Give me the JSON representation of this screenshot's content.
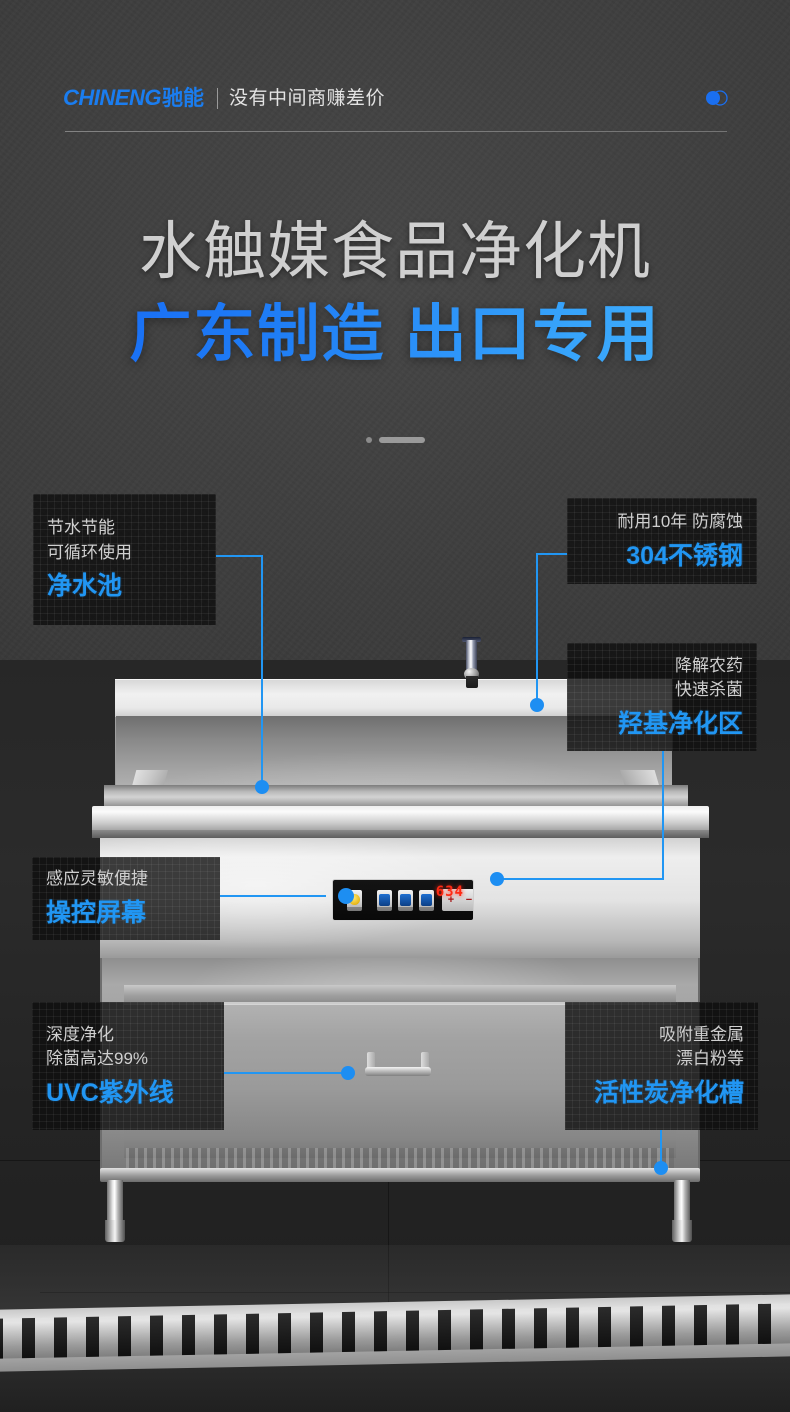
{
  "header": {
    "logo_latin": "CHINENG",
    "logo_cn": "驰能",
    "slogan": "没有中间商赚差价",
    "badge_icon": "overlapping-circles-icon"
  },
  "hero": {
    "title": "水触媒食品净化机",
    "subtitle": "广东制造 出口专用"
  },
  "product": {
    "control_panel": {
      "display_value": "634",
      "plus_label": "+",
      "minus_label": "−",
      "buttons": [
        "power-button",
        "function-button-1",
        "function-button-2",
        "function-button-3"
      ]
    }
  },
  "callouts": [
    {
      "sub_lines": [
        "节水节能",
        "可循环使用"
      ],
      "title": "净水池",
      "align": "left",
      "name": "callout-water-tank"
    },
    {
      "sub_lines": [
        "耐用10年 防腐蚀"
      ],
      "title": "304不锈钢",
      "align": "right",
      "name": "callout-stainless-steel"
    },
    {
      "sub_lines": [
        "降解农药",
        "快速杀菌"
      ],
      "title": "羟基净化区",
      "align": "right",
      "name": "callout-hydroxyl-zone"
    },
    {
      "sub_lines": [
        "感应灵敏便捷"
      ],
      "title": "操控屏幕",
      "align": "left",
      "name": "callout-control-screen"
    },
    {
      "sub_lines": [
        "深度净化",
        "除菌高达99%"
      ],
      "title": "UVC紫外线",
      "align": "left",
      "name": "callout-uvc"
    },
    {
      "sub_lines": [
        "吸附重金属",
        "漂白粉等"
      ],
      "title": "活性炭净化槽",
      "align": "right",
      "name": "callout-carbon-tank"
    }
  ],
  "colors": {
    "accent_blue": "#2196f3",
    "logo_blue": "#1a7df0",
    "title_gray": "#cfcfcf",
    "background": "#3a3a3a",
    "display_red": "#ff2a14"
  }
}
